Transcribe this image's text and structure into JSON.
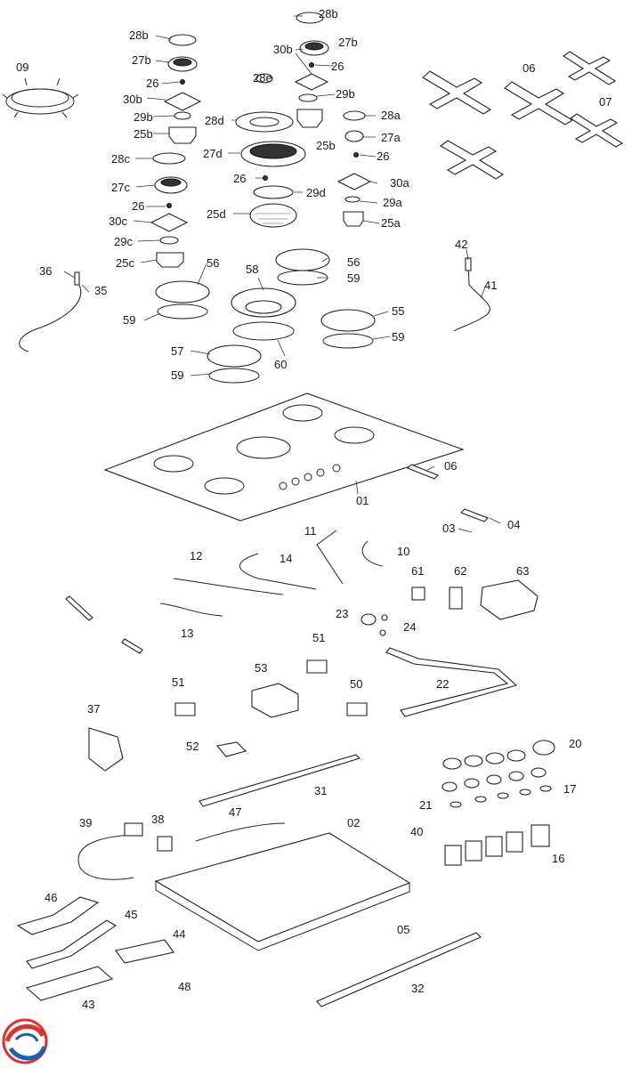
{
  "diagram": {
    "labels": [
      "28b",
      "28b",
      "27b",
      "27b",
      "30b",
      "26",
      "26",
      "28e",
      "29b",
      "30b",
      "28a",
      "29b",
      "28d",
      "25b",
      "27a",
      "25b",
      "26",
      "28c",
      "27d",
      "26",
      "29d",
      "30a",
      "27c",
      "26",
      "29a",
      "25d",
      "30c",
      "25a",
      "29c",
      "25c",
      "56",
      "56",
      "58",
      "59",
      "59",
      "55",
      "60",
      "59",
      "57",
      "59",
      "36",
      "35",
      "42",
      "41",
      "09",
      "06",
      "07",
      "01",
      "06",
      "04",
      "03",
      "11",
      "10",
      "12",
      "14",
      "61",
      "62",
      "63",
      "23",
      "24",
      "13",
      "51",
      "22",
      "51",
      "53",
      "50",
      "37",
      "52",
      "20",
      "17",
      "31",
      "21",
      "39",
      "38",
      "47",
      "02",
      "40",
      "16",
      "46",
      "45",
      "44",
      "05",
      "48",
      "43",
      "32"
    ],
    "colors": {
      "line": "#222222",
      "logo_red": "#e0312d",
      "logo_blue": "#1f5fb0"
    },
    "logo_icon": "brand-swirl-icon"
  }
}
